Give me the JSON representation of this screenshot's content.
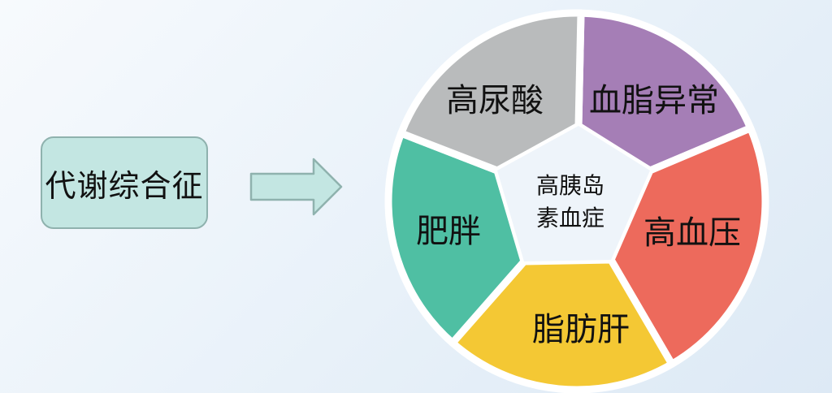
{
  "main_term": "代谢综合征",
  "center": {
    "line1": "高胰岛",
    "line2": "素血症"
  },
  "segments": [
    {
      "label": "高尿酸",
      "color": "#a57eb6"
    },
    {
      "label": "血脂异常",
      "color": "#ed6a5c"
    },
    {
      "label": "高血压",
      "color": "#f4c834"
    },
    {
      "label": "脂肪肝",
      "color": "#4fbfa3"
    },
    {
      "label": "肥胖",
      "color": "#b9bbbc"
    }
  ],
  "colors": {
    "box_fill": "#c3e6e2",
    "box_border": "#8fb2ae",
    "arrow_fill": "#c3e6e2",
    "arrow_stroke": "#8fb2ae",
    "center_fill": "#eef4fa"
  }
}
